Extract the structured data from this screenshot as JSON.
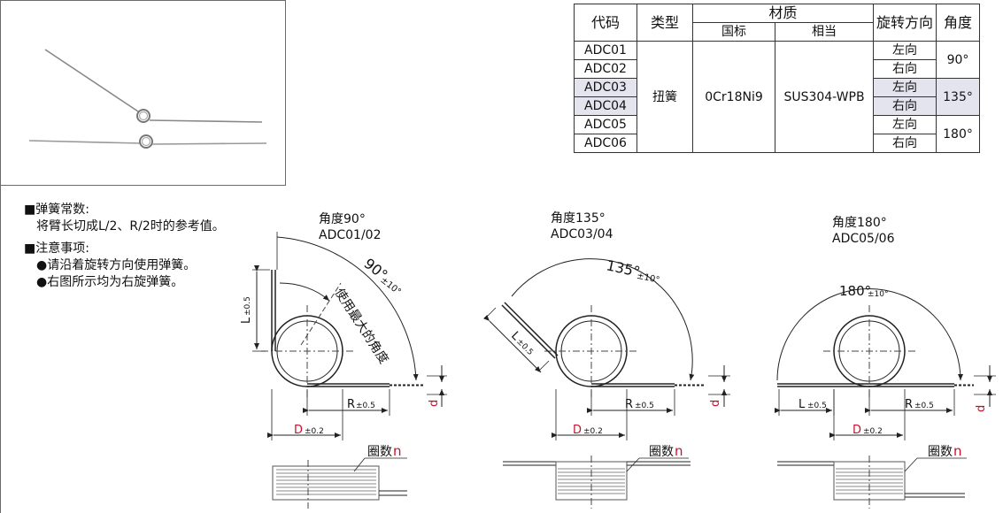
{
  "table": {
    "headers": {
      "code": "代码",
      "type": "类型",
      "material": "材质",
      "gb": "国标",
      "equivalent": "相当",
      "direction": "旋转方向",
      "angle": "角度"
    },
    "type_value": "扭簧",
    "gb_value": "0Cr18Ni9",
    "equivalent_value": "SUS304-WPB",
    "rows": [
      {
        "code": "ADC01",
        "direction": "左向"
      },
      {
        "code": "ADC02",
        "direction": "右向"
      },
      {
        "code": "ADC03",
        "direction": "左向"
      },
      {
        "code": "ADC04",
        "direction": "右向"
      },
      {
        "code": "ADC05",
        "direction": "左向"
      },
      {
        "code": "ADC06",
        "direction": "右向"
      }
    ],
    "angles": [
      "90°",
      "135°",
      "180°"
    ]
  },
  "notes": {
    "spring_constant_title": "■弹簧常数:",
    "spring_constant_text": "将臂长切成L/2、R/2时的参考值。",
    "caution_title": "■注意事项:",
    "caution_items": [
      "●请沿着旋转方向使用弹簧。",
      "●右图所示均为右旋弹簧。"
    ]
  },
  "diagrams": [
    {
      "title": "角度90°",
      "code": "ADC01/02",
      "angle_label": "90°",
      "angle_tol": "±10°",
      "max_angle_label": "使用最大的角度"
    },
    {
      "title": "角度135°",
      "code": "ADC03/04",
      "angle_label": "135°",
      "angle_tol": "±10°"
    },
    {
      "title": "角度180°",
      "code": "ADC05/06",
      "angle_label": "180°",
      "angle_tol": "±10°"
    }
  ],
  "dims": {
    "L": "L",
    "L_tol": "±0.5",
    "R": "R",
    "R_tol": "±0.5",
    "D": "D",
    "D_tol": "±0.2",
    "d": "d",
    "coils_label": "圈数",
    "coils_symbol": "n"
  },
  "colors": {
    "accent_red": "#c8102e",
    "highlight_rows": "#e4e4ee",
    "line": "#333333"
  }
}
